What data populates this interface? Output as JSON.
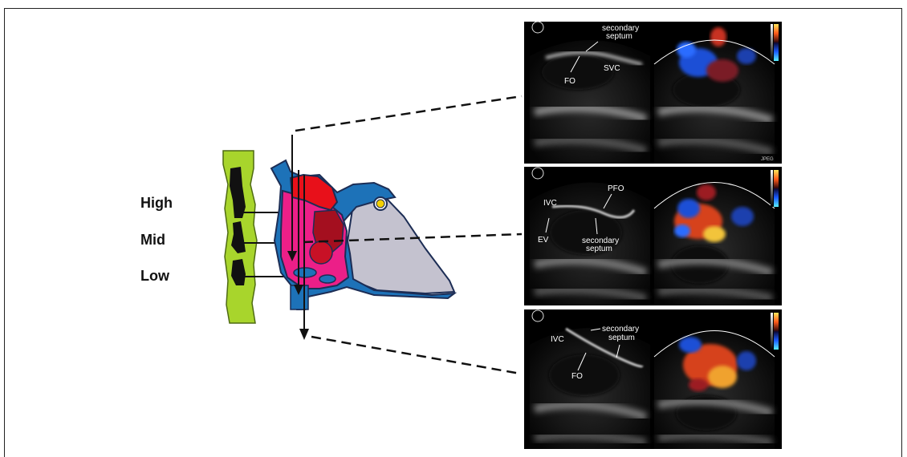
{
  "diagram": {
    "levels": [
      "High",
      "Mid",
      "Low"
    ]
  },
  "panels": [
    {
      "labels": [
        "secondary",
        "septum",
        "FO",
        "SVC"
      ],
      "corner": "JPEG"
    },
    {
      "labels": [
        "IVC",
        "PFO",
        "EV",
        "secondary",
        "septum"
      ],
      "corner": ""
    },
    {
      "labels": [
        "IVC",
        "secondary",
        "septum",
        "FO"
      ],
      "corner": ""
    }
  ],
  "colors": {
    "green": "#a8d52c",
    "pink": "#ec1f88",
    "red": "#e8101a",
    "blue": "#1d72b8",
    "gray": "#c4c2cf",
    "navy": "#1c2d55"
  }
}
